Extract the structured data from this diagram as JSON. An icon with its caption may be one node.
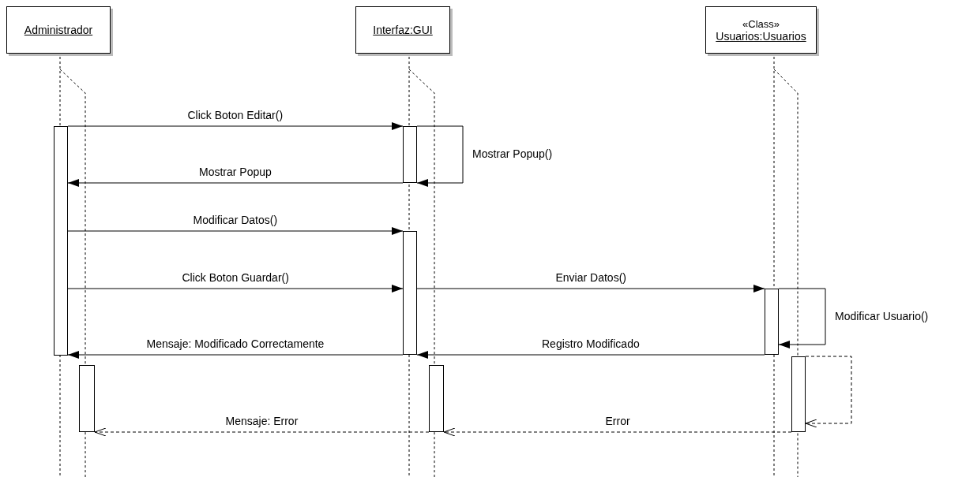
{
  "diagram": {
    "nodes": [
      {
        "text": [
          "Administrador"
        ]
      },
      {
        "text": [
          "Interfaz:GUI"
        ]
      },
      {
        "text": [
          "«Class»",
          "Usuarios:Usuarios"
        ]
      },
      {
        "text": [],
        "shape": "bar"
      },
      {
        "text": [],
        "shape": "bar"
      },
      {
        "text": [],
        "shape": "bar"
      },
      {
        "text": [],
        "shape": "bar"
      },
      {
        "text": [],
        "shape": "bar"
      },
      {
        "text": [],
        "shape": "bar"
      },
      {
        "text": [],
        "shape": "bar"
      }
    ],
    "edges": [
      {
        "from": 3,
        "to": 5,
        "arrow": "to",
        "label": "Click Boton Editar()"
      },
      {
        "from": 5,
        "to": 5,
        "arrow": "to",
        "label": "Mostrar Popup()"
      },
      {
        "from": 5,
        "to": 3,
        "arrow": "to",
        "label": "Mostrar Popup"
      },
      {
        "from": 3,
        "to": 6,
        "arrow": "to",
        "label": "Modificar Datos()"
      },
      {
        "from": 3,
        "to": 6,
        "arrow": "to",
        "label": "Click Boton Guardar()"
      },
      {
        "from": 6,
        "to": 8,
        "arrow": "to",
        "label": "Enviar Datos()"
      },
      {
        "from": 8,
        "to": 8,
        "arrow": "to",
        "label": "Modificar Usuario()"
      },
      {
        "from": 8,
        "to": 6,
        "arrow": "to",
        "label": "Registro Modificado"
      },
      {
        "from": 6,
        "to": 3,
        "arrow": "to",
        "label": "Mensaje: Modificado Correctamente"
      },
      {
        "from": 9,
        "to": 9,
        "arrow": "to",
        "style": "dashed"
      },
      {
        "from": 9,
        "to": 7,
        "arrow": "to",
        "style": "dashed",
        "label": "Error"
      },
      {
        "from": 7,
        "to": 4,
        "arrow": "to",
        "style": "dashed",
        "label": "Mensaje: Error"
      }
    ]
  }
}
